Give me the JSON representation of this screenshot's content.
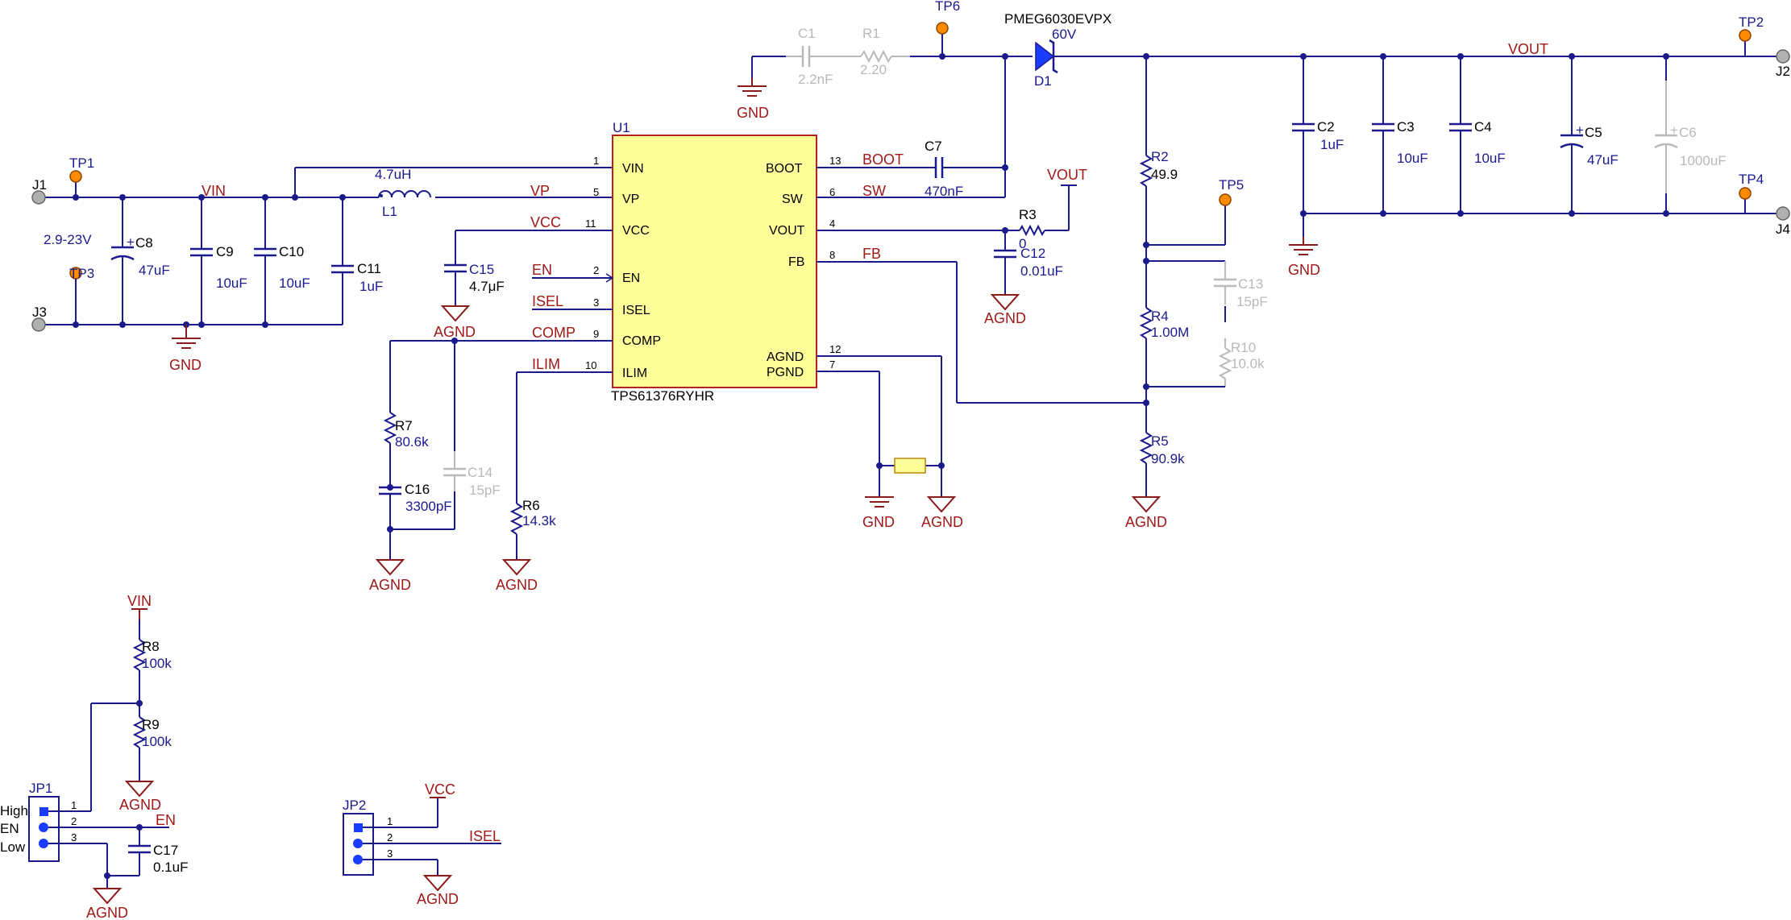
{
  "nets": {
    "vin": "VIN",
    "vp": "VP",
    "vcc": "VCC",
    "en": "EN",
    "isel": "ISEL",
    "comp": "COMP",
    "ilim": "ILIM",
    "boot": "BOOT",
    "sw": "SW",
    "fb": "FB",
    "vout": "VOUT",
    "gnd": "GND",
    "agnd": "AGND"
  },
  "connectors": {
    "j1": "J1",
    "j2": "J2",
    "j3": "J3",
    "j4": "J4"
  },
  "testpoints": {
    "tp1": "TP1",
    "tp2": "TP2",
    "tp3": "TP3",
    "tp4": "TP4",
    "tp5": "TP5",
    "tp6": "TP6"
  },
  "input_range": "2.9-23V",
  "u1": {
    "ref": "U1",
    "part": "TPS61376RYHR",
    "pins": [
      {
        "num": "1",
        "name": "VIN"
      },
      {
        "num": "5",
        "name": "VP"
      },
      {
        "num": "11",
        "name": "VCC"
      },
      {
        "num": "2",
        "name": "EN"
      },
      {
        "num": "3",
        "name": "ISEL"
      },
      {
        "num": "9",
        "name": "COMP"
      },
      {
        "num": "10",
        "name": "ILIM"
      },
      {
        "num": "13",
        "name": "BOOT"
      },
      {
        "num": "6",
        "name": "SW"
      },
      {
        "num": "4",
        "name": "VOUT"
      },
      {
        "num": "8",
        "name": "FB"
      },
      {
        "num": "12",
        "name": "AGND"
      },
      {
        "num": "7",
        "name": "PGND"
      }
    ]
  },
  "diode": {
    "ref": "D1",
    "part": "PMEG6030EVPX",
    "rating": "60V"
  },
  "inductor": {
    "ref": "L1",
    "value": "4.7uH"
  },
  "parts": {
    "c1": {
      "ref": "C1",
      "value": "2.2nF"
    },
    "r1": {
      "ref": "R1",
      "value": "2.20"
    },
    "c2": {
      "ref": "C2",
      "value": "1uF"
    },
    "c3": {
      "ref": "C3",
      "value": "10uF"
    },
    "c4": {
      "ref": "C4",
      "value": "10uF"
    },
    "c5": {
      "ref": "C5",
      "value": "47uF"
    },
    "c6": {
      "ref": "C6",
      "value": "1000uF"
    },
    "c7": {
      "ref": "C7",
      "value": "470nF"
    },
    "c8": {
      "ref": "C8",
      "value": "47uF"
    },
    "c9": {
      "ref": "C9",
      "value": "10uF"
    },
    "c10": {
      "ref": "C10",
      "value": "10uF"
    },
    "c11": {
      "ref": "C11",
      "value": "1uF"
    },
    "c12": {
      "ref": "C12",
      "value": "0.01uF"
    },
    "c13": {
      "ref": "C13",
      "value": "15pF"
    },
    "c14": {
      "ref": "C14",
      "value": "15pF"
    },
    "c15": {
      "ref": "C15",
      "value": "4.7μF"
    },
    "c16": {
      "ref": "C16",
      "value": "3300pF"
    },
    "c17": {
      "ref": "C17",
      "value": "0.1uF"
    },
    "r2": {
      "ref": "R2",
      "value": "49.9"
    },
    "r3": {
      "ref": "R3",
      "value": "0"
    },
    "r4": {
      "ref": "R4",
      "value": "1.00M"
    },
    "r5": {
      "ref": "R5",
      "value": "90.9k"
    },
    "r6": {
      "ref": "R6",
      "value": "14.3k"
    },
    "r7": {
      "ref": "R7",
      "value": "80.6k"
    },
    "r8": {
      "ref": "R8",
      "value": "100k"
    },
    "r9": {
      "ref": "R9",
      "value": "100k"
    },
    "r10": {
      "ref": "R10",
      "value": "10.0k"
    }
  },
  "jp1": {
    "ref": "JP1",
    "pins": [
      "1",
      "2",
      "3"
    ],
    "labels": [
      "High",
      "EN",
      "Low"
    ]
  },
  "jp2": {
    "ref": "JP2",
    "pins": [
      "1",
      "2",
      "3"
    ]
  },
  "colors": {
    "wire": "#1a1a8c",
    "net_label": "#a01818",
    "ground": "#8b1a1a",
    "ic_fill": "#ffff99",
    "ic_border": "#b22222",
    "testpoint": "#ff8c00",
    "dnp": "#b9b9b9"
  }
}
